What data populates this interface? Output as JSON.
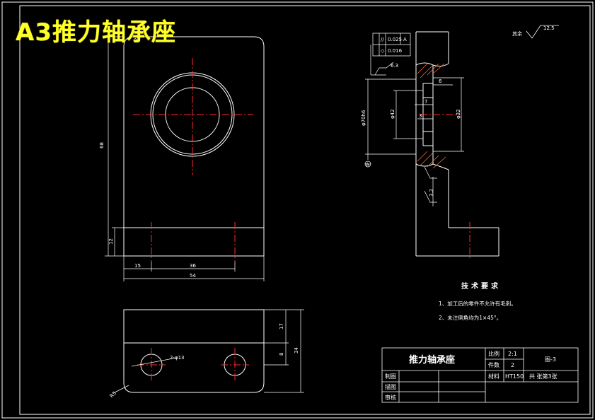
{
  "banner": {
    "title": "A3推力轴承座"
  },
  "drawing": {
    "dimensions": {
      "front_height": "68",
      "base_height": "12",
      "dim_15": "15",
      "dim_36": "36",
      "dim_54": "54",
      "top_dim_17": "17",
      "top_dim_8": "8",
      "top_dim_34": "34",
      "holes": "2-φ13",
      "chamfer_r": "R5",
      "section_dia_large": "φ70h6",
      "section_dia_mid": "φ42",
      "section_dia_inner": "φ32",
      "dim_6": "6",
      "dim_7": "7",
      "dim_3": "3",
      "roughness_flange": "3.2",
      "roughness_section": "6.3",
      "roughness_other": "12.5",
      "datum": "A"
    },
    "tolerance_frame": {
      "row1_symbol": "//",
      "row1_value": "0.025",
      "row1_datum": "A",
      "row2_symbol": "◇",
      "row2_value": "0.016"
    },
    "roughness_note": {
      "label": "其余",
      "value": "12.5"
    },
    "technical_requirements": {
      "title": "技术要求",
      "items": [
        "1、加工后的零件不允许有毛刺。",
        "2、未注倒角均为1×45°。"
      ]
    },
    "title_block": {
      "part_name": "推力轴承座",
      "scale_label": "比例",
      "scale_value": "2:1",
      "qty_label": "件数",
      "qty_value": "2",
      "material_label": "材料",
      "material_value": "HT150",
      "drawing_no": "图-3",
      "sheet_info": "共  张第3张",
      "drawn_by": "制图",
      "drafted_by": "描图",
      "reviewed_by": "审核"
    }
  }
}
